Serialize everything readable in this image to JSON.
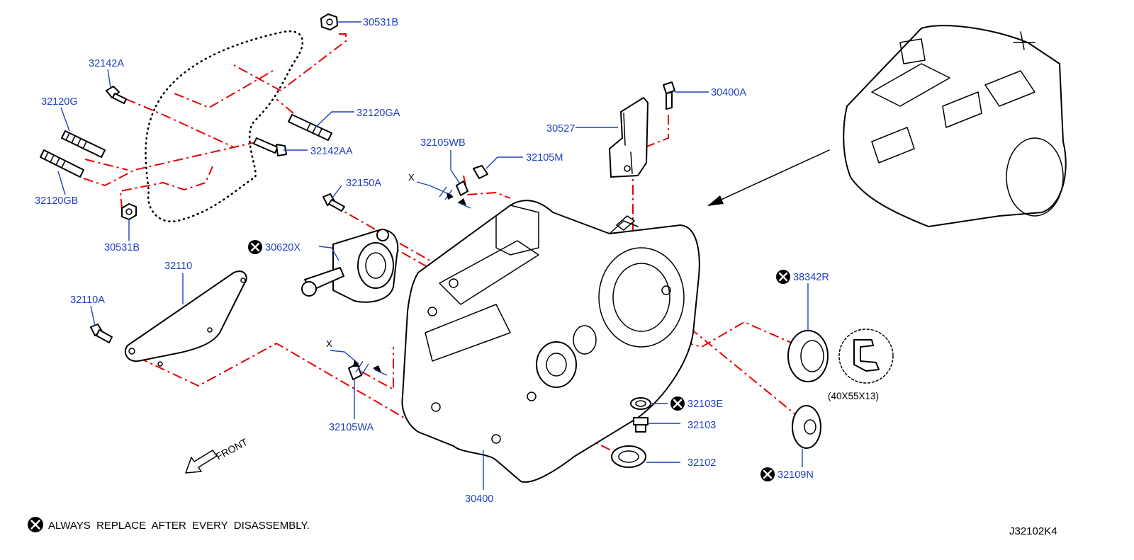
{
  "parts": {
    "p30531B_top": "30531B",
    "p32142A": "32142A",
    "p32120G": "32120G",
    "p32120GA": "32120GA",
    "p32142AA": "32142AA",
    "p32120GB": "32120GB",
    "p30531B_bottom": "30531B",
    "p32110": "32110",
    "p32110A": "32110A",
    "p30620X": "30620X",
    "p32150A": "32150A",
    "p32105WB": "32105WB",
    "p32105M": "32105M",
    "p30527": "30527",
    "p30400A": "30400A",
    "p32105WA": "32105WA",
    "p30400": "30400",
    "p38342R": "38342R",
    "p32103E": "32103E",
    "p32103": "32103",
    "p32102": "32102",
    "p32109N": "32109N"
  },
  "x_marks": {
    "upper": "X",
    "lower": "X"
  },
  "seal_size": "(40X55X13)",
  "front_label": "FRONT",
  "footnote": "ALWAYS  REPLACE  AFTER  EVERY  DISASSEMBLY.",
  "diagram_code": "J32102K4",
  "colors": {
    "label_blue": "#1f3fbf",
    "centerline_red": "#e60000"
  },
  "icons": {
    "replace_marker": "circled-x-icon",
    "direction": "front-arrow-icon"
  }
}
